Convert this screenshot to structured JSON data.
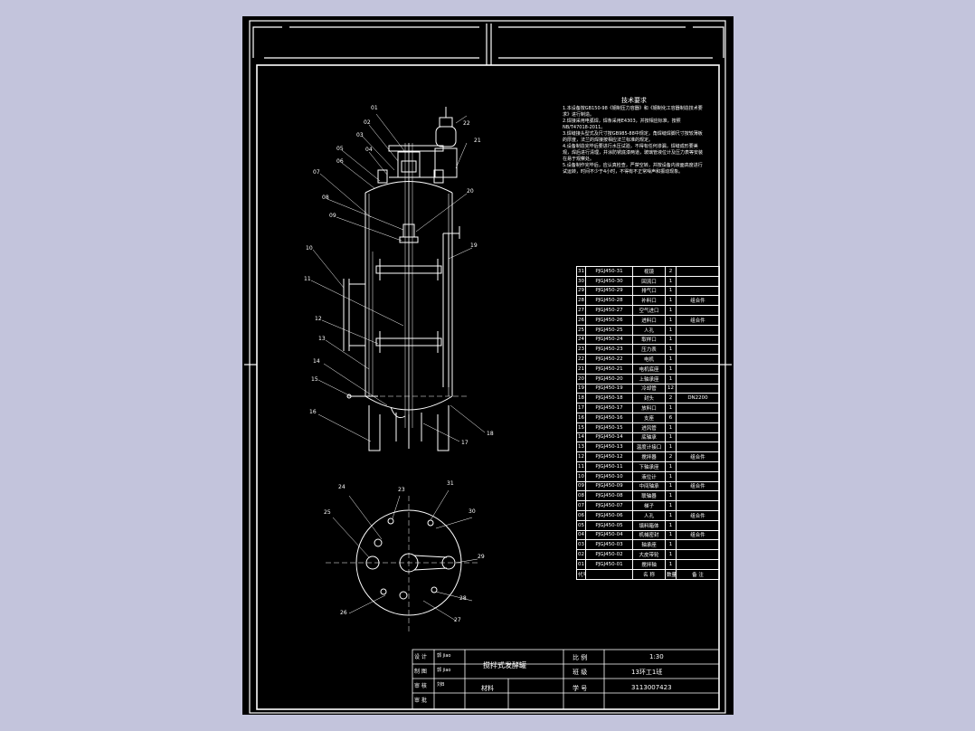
{
  "tech_requirements": {
    "title": "技术要求",
    "items": [
      "1.本设备按GB150-98《钢制压力容器》和《钢制化工容器制造技术要求》进行制造。",
      "2.焊接采用电弧焊，焊条采用E4303，并按相应标准，按照NB/T47018-2011。",
      "3.焊缝接头型式及尺寸按GB985-88中规定，角焊缝焊脚尺寸按较薄板的厚度，法兰的焊接按相应法兰标准的规定。",
      "4.设备制造完毕后要进行水压试验，不得有任何渗漏，焊缝成形要美观，焊后进行清理，并涂防锈底漆两道，玻璃管液位计及压力表等安装在易于观察处。",
      "5.设备制作完毕后，应认真检查，严禁空转，并按设备内液面高度进行试运转，时间不少于4小时，不得有不正常噪声和振动现象。"
    ]
  },
  "parts": [
    [
      "31",
      "PJGJ450-31",
      "视镜",
      "2",
      ""
    ],
    [
      "30",
      "PJGJ450-30",
      "回流口",
      "1",
      ""
    ],
    [
      "29",
      "PJGJ450-29",
      "排气口",
      "1",
      ""
    ],
    [
      "28",
      "PJGJ450-28",
      "补料口",
      "1",
      "组合件"
    ],
    [
      "27",
      "PJGJ450-27",
      "空气进口",
      "1",
      ""
    ],
    [
      "26",
      "PJGJ450-26",
      "进料口",
      "1",
      "组合件"
    ],
    [
      "25",
      "PJGJ450-25",
      "人孔",
      "1",
      ""
    ],
    [
      "24",
      "PJGJ450-24",
      "取样口",
      "1",
      ""
    ],
    [
      "23",
      "PJGJ450-23",
      "压力表",
      "1",
      ""
    ],
    [
      "22",
      "PJGJ450-22",
      "电机",
      "1",
      ""
    ],
    [
      "21",
      "PJGJ450-21",
      "电机底座",
      "1",
      ""
    ],
    [
      "20",
      "PJGJ450-20",
      "上轴承座",
      "1",
      ""
    ],
    [
      "19",
      "PJGJ450-19",
      "冷却管",
      "12",
      ""
    ],
    [
      "18",
      "PJGJ450-18",
      "封头",
      "2",
      "DN2200"
    ],
    [
      "17",
      "PJGJ450-17",
      "放料口",
      "1",
      ""
    ],
    [
      "16",
      "PJGJ450-16",
      "支座",
      "6",
      ""
    ],
    [
      "15",
      "PJGJ450-15",
      "进风管",
      "1",
      ""
    ],
    [
      "14",
      "PJGJ450-14",
      "底轴承",
      "1",
      ""
    ],
    [
      "13",
      "PJGJ450-13",
      "温度计接口",
      "1",
      ""
    ],
    [
      "12",
      "PJGJ450-12",
      "搅拌器",
      "2",
      "组合件"
    ],
    [
      "11",
      "PJGJ450-11",
      "下轴承座",
      "1",
      ""
    ],
    [
      "10",
      "PJGJ450-10",
      "液位计",
      "1",
      ""
    ],
    [
      "09",
      "PJGJ450-09",
      "中间轴承",
      "1",
      "组合件"
    ],
    [
      "08",
      "PJGJ450-08",
      "联轴器",
      "1",
      ""
    ],
    [
      "07",
      "PJGJ450-07",
      "梯子",
      "1",
      ""
    ],
    [
      "06",
      "PJGJ450-06",
      "人孔",
      "1",
      "组合件"
    ],
    [
      "05",
      "PJGJ450-05",
      "填料箱体",
      "1",
      ""
    ],
    [
      "04",
      "PJGJ450-04",
      "机械密封",
      "1",
      "组合件"
    ],
    [
      "03",
      "PJGJ450-03",
      "轴承座",
      "1",
      ""
    ],
    [
      "02",
      "PJGJ450-02",
      "大皮带轮",
      "1",
      ""
    ],
    [
      "01",
      "PJGJ450-01",
      "搅拌轴",
      "1",
      ""
    ],
    [
      "代号",
      "",
      "名  称",
      "数量",
      "备 注"
    ]
  ],
  "title_block": {
    "roles": [
      "设 计",
      "制 图",
      "审 核",
      "审 批"
    ],
    "names": [
      "郭 jiao",
      "郭 jiao",
      "刘B",
      ""
    ],
    "drawing_title": "搅拌式发酵罐",
    "material_label": "材料",
    "scale_label": "比 例",
    "scale_value": "1:30",
    "class_label": "班 级",
    "class_value": "13环工1班",
    "id_label": "学 号",
    "id_value": "3113007423"
  },
  "callouts": [
    "01",
    "02",
    "03",
    "04",
    "05",
    "06",
    "07",
    "08",
    "09",
    "10",
    "11",
    "12",
    "13",
    "14",
    "15",
    "16",
    "17",
    "18",
    "19",
    "20",
    "21",
    "22",
    "23",
    "24",
    "25",
    "26",
    "27",
    "28",
    "29",
    "30",
    "31"
  ]
}
